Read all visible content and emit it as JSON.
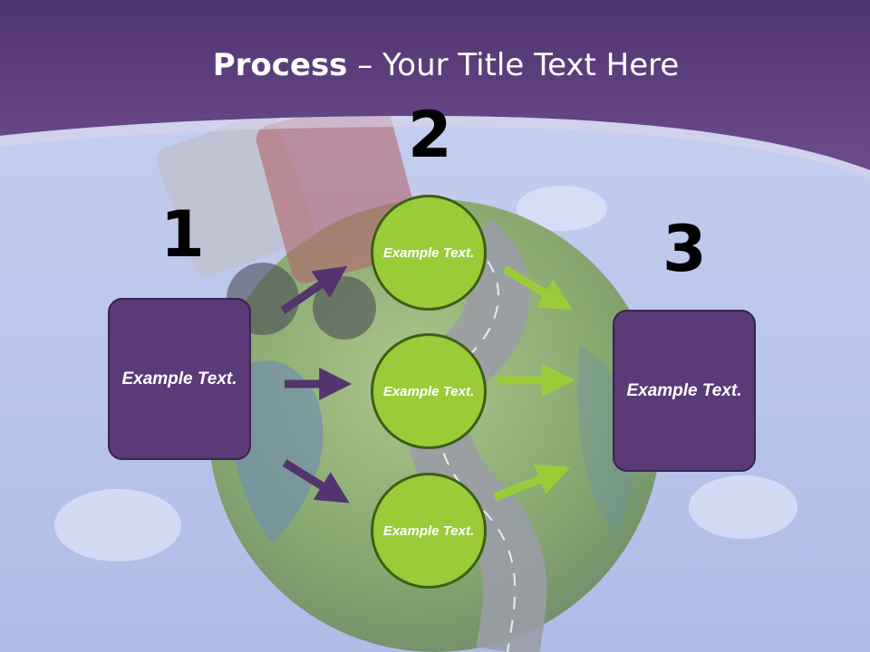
{
  "title": {
    "bold": "Process",
    "rest": " – Your Title Text Here"
  },
  "steps": [
    {
      "number": "1",
      "box_text": "Example Text."
    },
    {
      "number": "2",
      "circles": [
        "Example Text.",
        "Example Text.",
        "Example Text."
      ]
    },
    {
      "number": "3",
      "box_text": "Example Text."
    }
  ],
  "colors": {
    "banner": "#654382",
    "box": "#5b3a78",
    "circle": "#9acc3a",
    "arrow_purple": "#54346f",
    "arrow_green": "#9acc3a"
  }
}
